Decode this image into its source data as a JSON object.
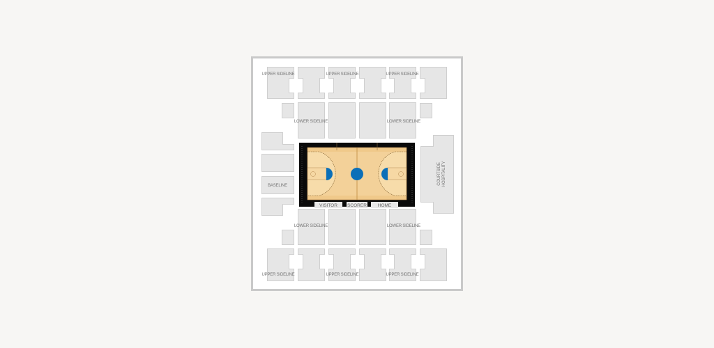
{
  "map": {
    "type": "basketball-seating-chart",
    "colors": {
      "background": "#f7f6f4",
      "venue_fill": "#ffffff",
      "venue_border": "#c9c9c9",
      "section_fill": "#e6e6e6",
      "section_stroke": "#cfcfcf",
      "label": "#777777",
      "court_border": "#0a0a0a",
      "court_floor": "#f0c98a",
      "court_floor_light": "#f6d9a6",
      "key_blue": "#0b6fb8"
    },
    "sections": {
      "upper_top": [
        {
          "id": "ut1",
          "label": "UPPER SIDELINE"
        },
        {
          "id": "ut2",
          "label": ""
        },
        {
          "id": "ut3",
          "label": "UPPER SIDELINE"
        },
        {
          "id": "ut4",
          "label": ""
        },
        {
          "id": "ut5",
          "label": "UPPER SIDELINE"
        },
        {
          "id": "ut6",
          "label": ""
        }
      ],
      "lower_top": [
        {
          "id": "lt1",
          "label": "LOWER SIDELINE"
        },
        {
          "id": "lt2",
          "label": ""
        },
        {
          "id": "lt3",
          "label": ""
        },
        {
          "id": "lt4",
          "label": "LOWER SIDELINE"
        }
      ],
      "baseline_left": [
        {
          "id": "bl1",
          "label": ""
        },
        {
          "id": "bl2",
          "label": ""
        },
        {
          "id": "bl3",
          "label": "BASELINE"
        },
        {
          "id": "bl4",
          "label": ""
        }
      ],
      "courtside_right": {
        "id": "cs1",
        "label_line1": "COURTSIDE",
        "label_line2": "HOSPITALITY"
      },
      "lower_bottom": [
        {
          "id": "lb1",
          "label": "LOWER SIDELINE"
        },
        {
          "id": "lb2",
          "label": ""
        },
        {
          "id": "lb3",
          "label": ""
        },
        {
          "id": "lb4",
          "label": "LOWER SIDELINE"
        }
      ],
      "upper_bottom": [
        {
          "id": "ub1",
          "label": "UPPER SIDELINE"
        },
        {
          "id": "ub2",
          "label": ""
        },
        {
          "id": "ub3",
          "label": "UPPER SIDELINE"
        },
        {
          "id": "ub4",
          "label": ""
        },
        {
          "id": "ub5",
          "label": "UPPER SIDELINE"
        },
        {
          "id": "ub6",
          "label": ""
        }
      ]
    },
    "court": {
      "benches": {
        "visitor": "VISITOR",
        "scorer": "SCORER",
        "home": "HOME"
      }
    }
  }
}
